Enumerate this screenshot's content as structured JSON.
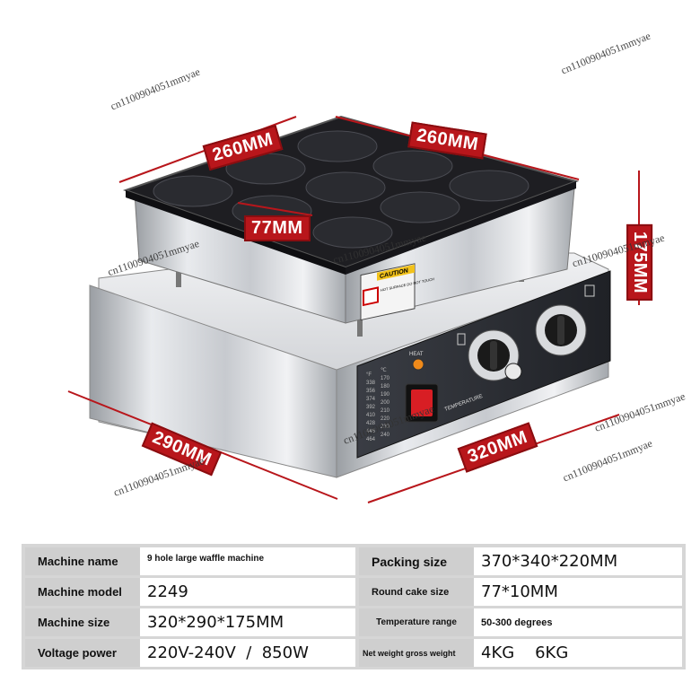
{
  "watermark": "cn1100904051mmyae",
  "dimensions": {
    "top_width": "260MM",
    "top_depth": "260MM",
    "hole_diameter": "77MM",
    "height": "175MM",
    "base_depth": "290MM",
    "base_width": "320MM"
  },
  "product": {
    "caution_title": "CAUTION",
    "caution_text": "HOT SURFACE DO NOT TOUCH",
    "heat_label": "HEAT",
    "temperature_label": "TEMPERATURE",
    "temp_scale_c": [
      "℃",
      "170",
      "180",
      "190",
      "200",
      "210",
      "220",
      "230",
      "240"
    ],
    "temp_scale_f": [
      "°F",
      "338",
      "356",
      "374",
      "392",
      "410",
      "428",
      "446",
      "464"
    ]
  },
  "specs": {
    "left": [
      {
        "label": "Machine name",
        "value": "9 hole large waffle machine"
      },
      {
        "label": "Machine model",
        "value": "2249"
      },
      {
        "label": "Machine size",
        "value": "320*290*175MM"
      },
      {
        "label": "Voltage power",
        "value": "220V-240V  /  850W"
      }
    ],
    "right": [
      {
        "label": "Packing size",
        "value": "370*340*220MM"
      },
      {
        "label": "Round cake size",
        "value": "77*10MM"
      },
      {
        "label": "Temperature range",
        "value": "50-300 degrees"
      },
      {
        "label": "Net weight gross weight",
        "value": "4KG    6KG"
      }
    ]
  }
}
